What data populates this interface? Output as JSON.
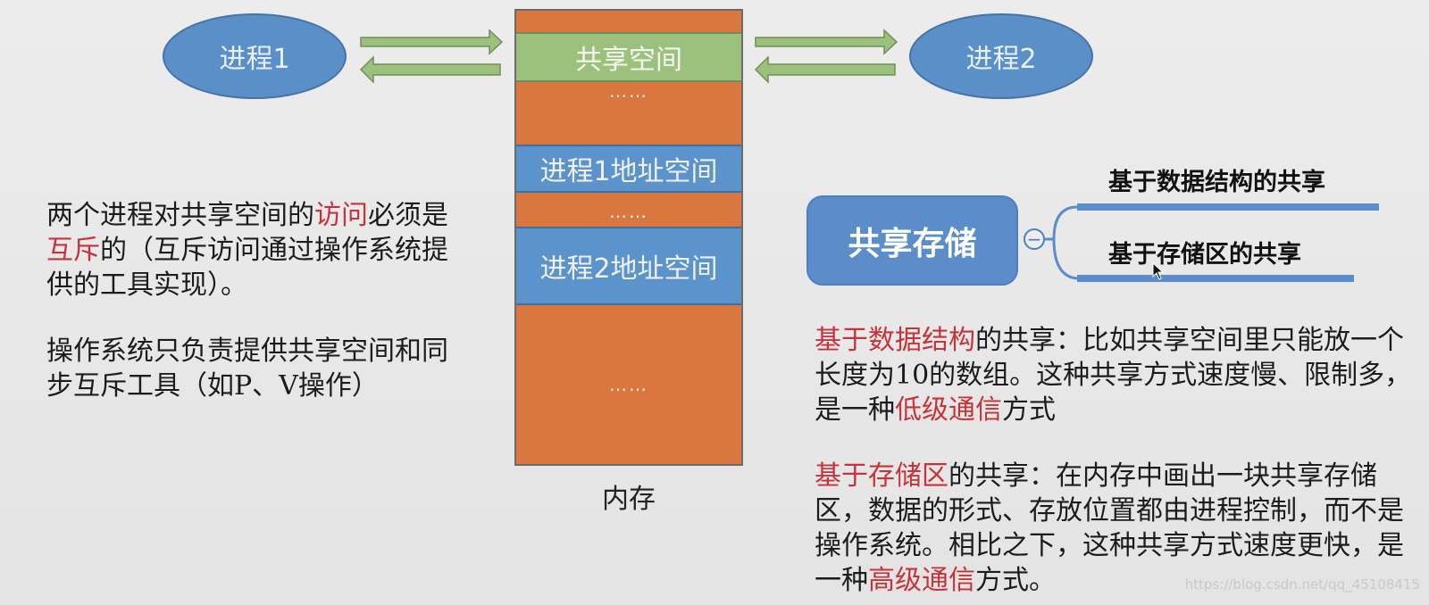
{
  "processes": {
    "p1": "进程1",
    "p2": "进程2"
  },
  "memory": {
    "label": "内存",
    "shared_space": "共享空间",
    "dots": "……",
    "p1_space": "进程1地址空间",
    "p2_space": "进程2地址空间"
  },
  "left_text": {
    "para1": [
      "两个进程对共享空间的",
      "访问",
      "必须是",
      "互斥",
      "的（互斥访问通过操作系统提供的工具实现）。"
    ],
    "para2": "操作系统只负责提供共享空间和同步互斥工具（如P、V操作）"
  },
  "mindmap": {
    "root": "共享存储",
    "collapse_symbol": "−",
    "branch1": "基于数据结构的共享",
    "branch2": "基于存储区的共享"
  },
  "right_text": {
    "para1": [
      "基于数据结构",
      "的共享：比如共享空间里只能放一个长度为10的数组。这种共享方式速度慢、限制多，是一种",
      "低级通信",
      "方式"
    ],
    "para2": [
      "基于存储区",
      "的共享：在内存中画出一块共享存储区，数据的形式、存放位置都由进程控制，而不是操作系统。相比之下，这种共享方式速度更快，是一种",
      "高级通信",
      "方式。"
    ]
  },
  "watermark": "https://blog.csdn.net/qq_45108415",
  "colors": {
    "ellipse": "#5a8fc7",
    "memory_orange": "#d9773f",
    "shared_green": "#9cc17c",
    "address_blue": "#5b93cd",
    "highlight_red": "#c5343b",
    "arrow_fill": "#9cc17c"
  }
}
